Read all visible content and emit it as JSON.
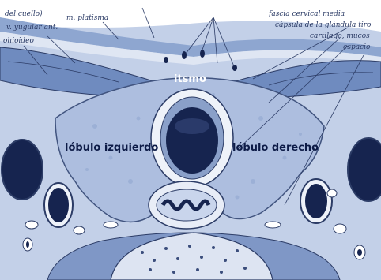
{
  "colors": {
    "background": "#ffffff",
    "tissue": "#b9c8e4",
    "muscle": "#6f8bbf",
    "dark": "#16244f",
    "ink": "#2c3c66"
  },
  "labels": {
    "del_cuello": "del cuello)",
    "v_yugular": "v. yugular ant.",
    "hioideo": "ohioideo",
    "m_platisma": "m. platisma",
    "fascia": "fascia cervical media",
    "capsula": "cápsula de la glándula tiro",
    "cartilago": "cartilago, mucos",
    "espacio": "espacio"
  },
  "regions": {
    "istmo": "itsmo",
    "lobulo_izq": "lóbulo izquierdo",
    "lobulo_der": "lóbulo derecho"
  }
}
